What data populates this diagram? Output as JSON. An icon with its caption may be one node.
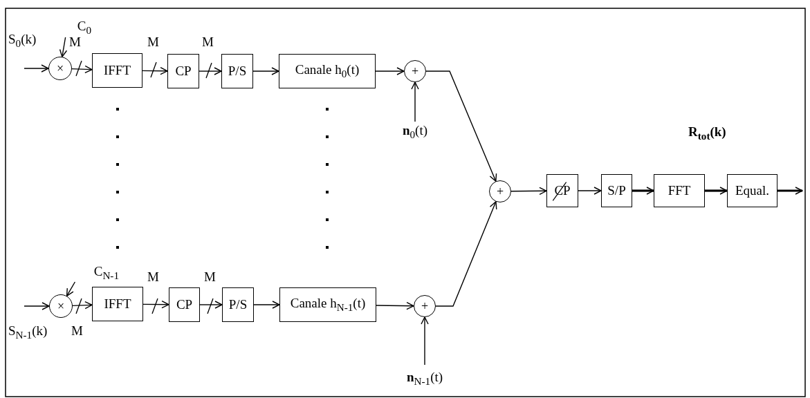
{
  "diagram": {
    "nodes": [
      {
        "text": [
          "×"
        ]
      },
      {
        "text": [
          "IFFT"
        ]
      },
      {
        "text": [
          "CP"
        ]
      },
      {
        "text": [
          "P/S"
        ]
      },
      {
        "text": [
          "Canale h$_{0}$(t)"
        ]
      },
      {
        "text": [
          "+"
        ]
      },
      {
        "text": [
          "C$_{0}$"
        ]
      },
      {
        "text": [
          "**n**$_{0}$(t)"
        ]
      },
      {
        "text": [
          "C$_{N-1}$"
        ]
      },
      {
        "text": [
          "×"
        ]
      },
      {
        "text": [
          "IFFT"
        ]
      },
      {
        "text": [
          "CP"
        ]
      },
      {
        "text": [
          "P/S"
        ]
      },
      {
        "text": [
          "Canale h$_{N-1}$(t)"
        ]
      },
      {
        "text": [
          "+"
        ]
      },
      {
        "text": [
          "**n**$_{N-1}$(t)"
        ]
      },
      {
        "text": [
          "+"
        ]
      },
      {
        "text": [
          "CP"
        ]
      },
      {
        "text": [
          "S/P"
        ]
      },
      {
        "text": [
          "FFT"
        ]
      },
      {
        "text": [
          "Equal."
        ]
      }
    ],
    "edges": [
      {
        "from": null,
        "to": 0,
        "arrow": "to"
      },
      {
        "from": 6,
        "to": 0,
        "arrow": "to"
      },
      {
        "from": 0,
        "to": 1,
        "arrow": "to"
      },
      {
        "from": 1,
        "to": 2,
        "arrow": "to"
      },
      {
        "from": 2,
        "to": 3,
        "arrow": "to"
      },
      {
        "from": 3,
        "to": 4,
        "arrow": "to"
      },
      {
        "from": 4,
        "to": 5,
        "arrow": "to"
      },
      {
        "from": 7,
        "to": 5,
        "arrow": "to"
      },
      {
        "from": 5,
        "to": 16,
        "arrow": "to"
      },
      {
        "from": null,
        "to": 9,
        "arrow": "to"
      },
      {
        "from": 8,
        "to": 9,
        "arrow": "to"
      },
      {
        "from": 9,
        "to": 10,
        "arrow": "to"
      },
      {
        "from": 10,
        "to": 11,
        "arrow": "to"
      },
      {
        "from": 11,
        "to": 12,
        "arrow": "to"
      },
      {
        "from": 12,
        "to": 13,
        "arrow": "to"
      },
      {
        "from": 13,
        "to": 14,
        "arrow": "to"
      },
      {
        "from": 15,
        "to": 14,
        "arrow": "to"
      },
      {
        "from": 14,
        "to": 16,
        "arrow": "to"
      },
      {
        "from": 16,
        "to": 17,
        "arrow": "to"
      },
      {
        "from": 17,
        "to": 18,
        "arrow": "to"
      },
      {
        "from": 18,
        "to": 19,
        "arrow": "to",
        "style": "thick"
      },
      {
        "from": 19,
        "to": 20,
        "arrow": "to",
        "style": "thick"
      },
      {
        "from": 20,
        "to": null,
        "arrow": "to",
        "style": "thick"
      }
    ],
    "labels": [
      "S$_{0}$(k)",
      "M",
      "M",
      "M",
      "R$_{tot}$(k)",
      "M",
      "M",
      "S$_{N-1}$(k)",
      "M"
    ]
  }
}
